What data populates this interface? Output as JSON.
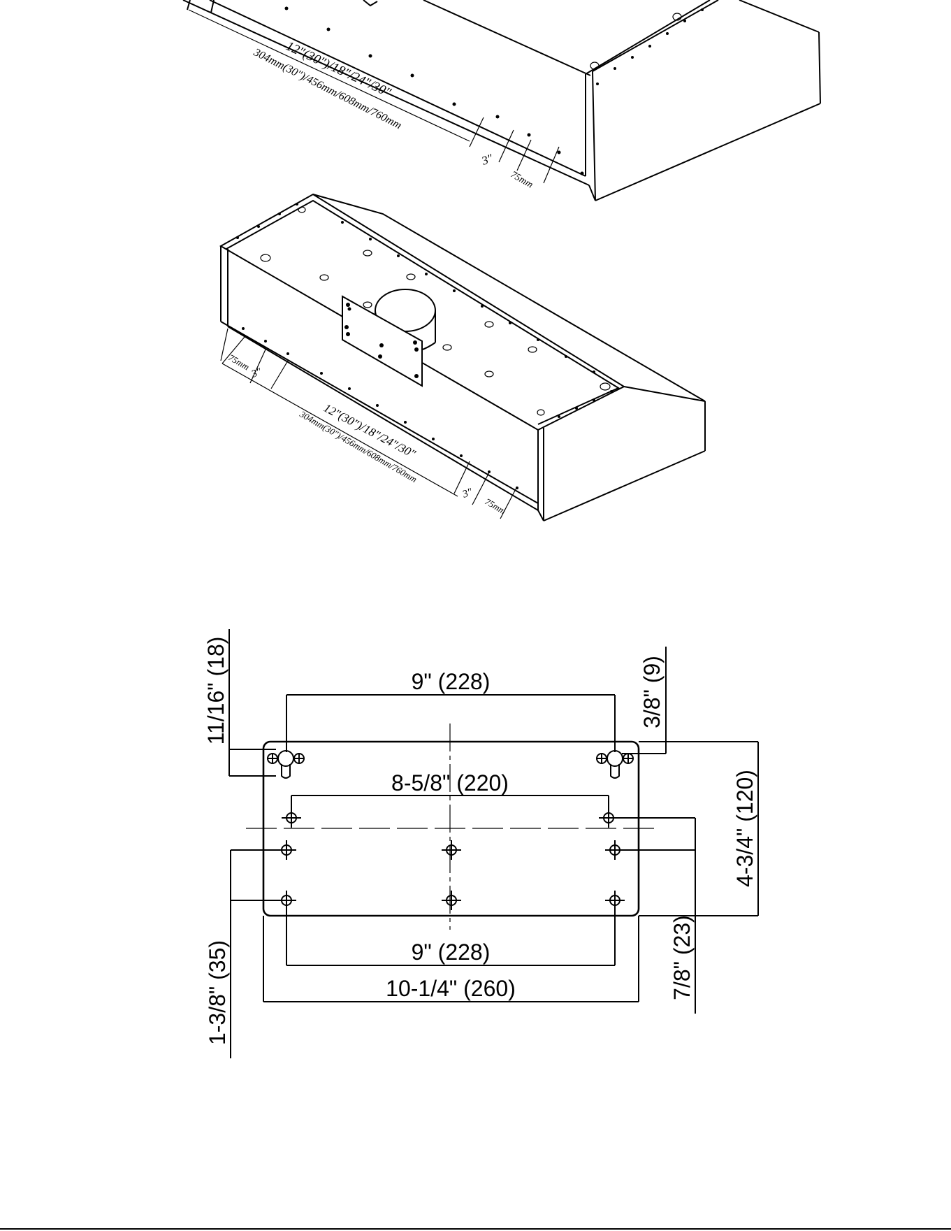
{
  "top_hood": {
    "dim_length_in": "12″(30″)/18″/24″/30″",
    "dim_length_mm": "304mm(30″)/456mm/608mm/760mm",
    "dim_spacing_in": "3″",
    "dim_spacing_mm": "75mm"
  },
  "bottom_hood": {
    "dim_left_mm": "75mm",
    "dim_left_in": "3″",
    "dim_length_in": "12″(30″)/18″/24″/30″",
    "dim_length_mm": "304mm(30″)/456mm/608mm/760mm",
    "dim_spacing_in": "3″",
    "dim_spacing_mm": "75mm"
  },
  "mounting_plate": {
    "dim_top_keyholes": "9\"  (228)",
    "dim_top_left_offset": "11/16\" (18)",
    "dim_top_right_offset": "3/8\" (9)",
    "dim_upper_holes": "8-5/8\" (220)",
    "dim_height": "4-3/4\" (120)",
    "dim_bottom_holes": "9\" (228)",
    "dim_width": "10-1/4\" (260)",
    "dim_left_lower": "1-3/8\" (35)",
    "dim_right_lower": "7/8\" (23)"
  }
}
